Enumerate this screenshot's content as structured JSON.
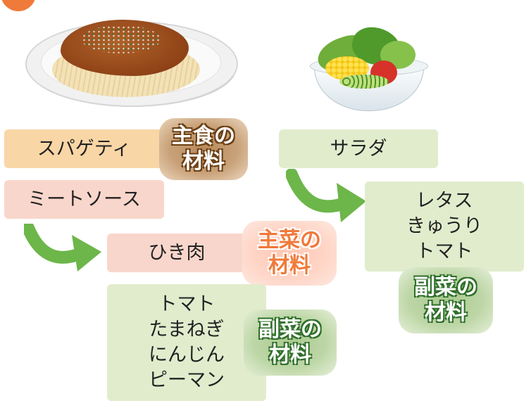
{
  "boxes": {
    "spaghetti": "スパゲティ",
    "meat_sauce": "ミートソース",
    "hikiniku": "ひき肉",
    "salad": "サラダ",
    "veg_meat_sauce": [
      "トマト",
      "たまねぎ",
      "にんじん",
      "ピーマン"
    ],
    "veg_salad": [
      "レタス",
      "きゅうり",
      "トマト"
    ]
  },
  "badges": {
    "staple": [
      "主食の",
      "材料"
    ],
    "main": [
      "主菜の",
      "材料"
    ],
    "side_left": [
      "副菜の",
      "材料"
    ],
    "side_right": [
      "副菜の",
      "材料"
    ]
  },
  "colors": {
    "staple_box": "#f9d6a6",
    "main_box": "#f9d6cb",
    "side_box": "#e1eccd",
    "arrow": "#6db64a",
    "accent_orange": "#f07a3a"
  },
  "icons": [
    "spaghetti-illustration",
    "salad-illustration",
    "arrow-icon"
  ]
}
